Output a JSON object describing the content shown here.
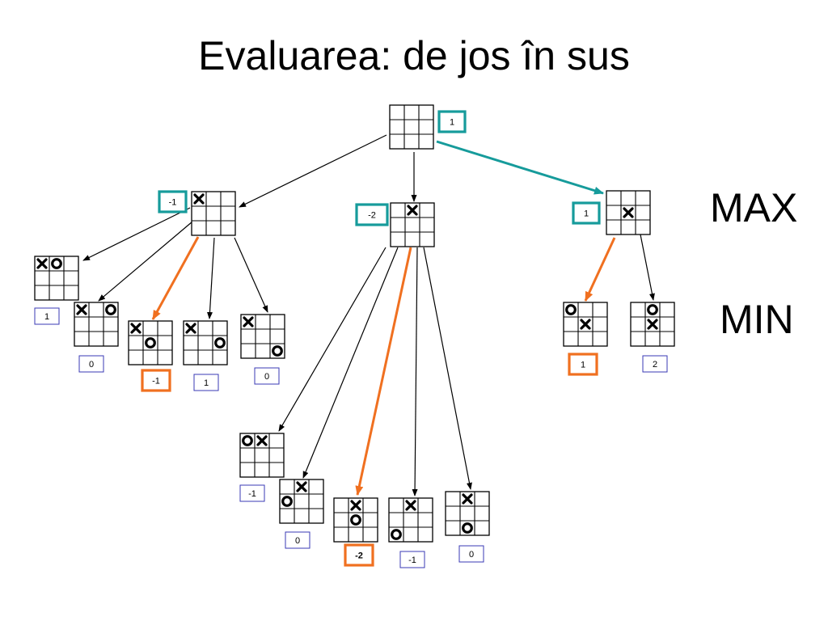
{
  "title": "Evaluarea: de jos în sus",
  "levels": {
    "max": "MAX",
    "min": "MIN"
  },
  "colors": {
    "max": "#169B9B",
    "min": "#F07020",
    "plain": "#3A3AB4",
    "line": "#000000"
  },
  "tree": {
    "value": "1",
    "board": [
      "",
      "",
      "",
      "",
      "",
      "",
      "",
      "",
      ""
    ],
    "children": [
      {
        "value": "-1",
        "board": [
          "X",
          "",
          "",
          "",
          "",
          "",
          "",
          "",
          ""
        ],
        "children": [
          {
            "value": "1",
            "board": [
              "X",
              "O",
              "",
              "",
              "",
              "",
              "",
              "",
              ""
            ]
          },
          {
            "value": "0",
            "board": [
              "X",
              "",
              "O",
              "",
              "",
              "",
              "",
              "",
              ""
            ]
          },
          {
            "value": "-1",
            "board": [
              "X",
              "",
              "",
              "",
              "O",
              "",
              "",
              "",
              ""
            ],
            "chosen": true
          },
          {
            "value": "1",
            "board": [
              "X",
              "",
              "",
              "",
              "",
              "O",
              "",
              "",
              ""
            ]
          },
          {
            "value": "0",
            "board": [
              "X",
              "",
              "",
              "",
              "",
              "",
              "",
              "",
              "O"
            ]
          }
        ]
      },
      {
        "value": "-2",
        "board": [
          "",
          "X",
          "",
          "",
          "",
          "",
          "",
          "",
          ""
        ],
        "children": [
          {
            "value": "-1",
            "board": [
              "O",
              "X",
              "",
              "",
              "",
              "",
              "",
              "",
              ""
            ]
          },
          {
            "value": "0",
            "board": [
              "",
              "X",
              "",
              "O",
              "",
              "",
              "",
              "",
              ""
            ]
          },
          {
            "value": "-2",
            "board": [
              "",
              "X",
              "",
              "",
              "O",
              "",
              "",
              "",
              ""
            ],
            "chosen": true
          },
          {
            "value": "-1",
            "board": [
              "",
              "X",
              "",
              "",
              "",
              "",
              "O",
              "",
              ""
            ]
          },
          {
            "value": "0",
            "board": [
              "",
              "X",
              "",
              "",
              "",
              "",
              "",
              "O",
              ""
            ]
          }
        ]
      },
      {
        "value": "1",
        "chosen": true,
        "board": [
          "",
          "",
          "",
          "",
          "X",
          "",
          "",
          "",
          ""
        ],
        "children": [
          {
            "value": "1",
            "board": [
              "O",
              "",
              "",
              "",
              "X",
              "",
              "",
              "",
              ""
            ],
            "chosen": true
          },
          {
            "value": "2",
            "board": [
              "",
              "O",
              "",
              "",
              "X",
              "",
              "",
              "",
              ""
            ]
          }
        ]
      }
    ]
  }
}
